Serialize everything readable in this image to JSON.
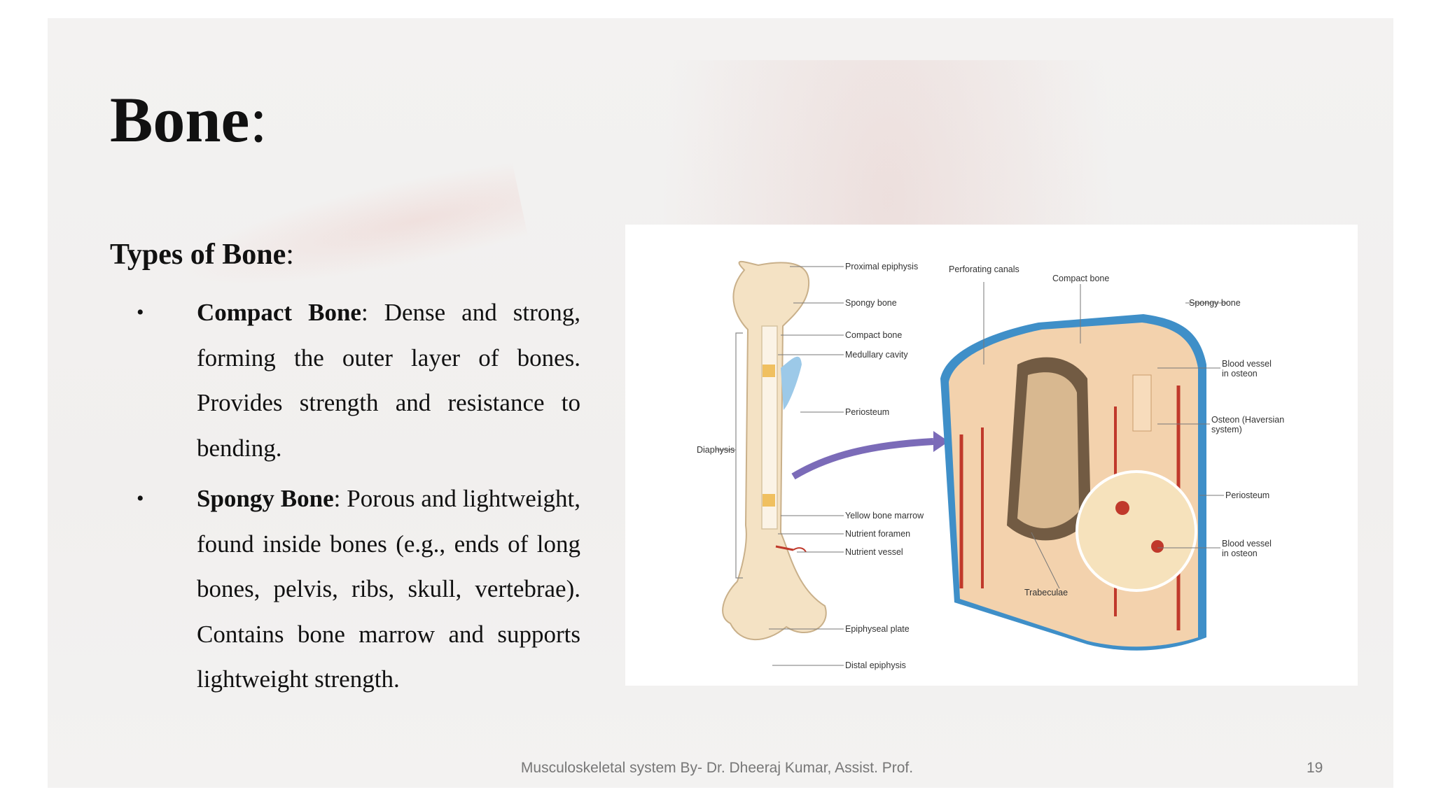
{
  "slide": {
    "title": "Bone",
    "title_colon": ":",
    "subtitle_bold": "Types of Bone",
    "subtitle_colon": ":",
    "bullets": [
      {
        "bullet": "•",
        "term": "Compact Bone",
        "text": ": Dense and strong, forming the outer layer of bones. Provides strength and resistance to bending."
      },
      {
        "bullet": "•",
        "term": "Spongy Bone",
        "text": ": Porous and lightweight, found inside bones (e.g., ends of long bones, pelvis, ribs, skull, vertebrae). Contains bone marrow and supports lightweight strength."
      }
    ]
  },
  "figure": {
    "labels": {
      "proximal_epiphysis": "Proximal epiphysis",
      "spongy_bone_left": "Spongy bone",
      "compact_bone_left": "Compact bone",
      "medullary_cavity": "Medullary cavity",
      "periosteum_left": "Periosteum",
      "diaphysis": "Diaphysis",
      "yellow_bone_marrow": "Yellow bone marrow",
      "nutrient_foramen": "Nutrient foramen",
      "nutrient_vessel": "Nutrient vessel",
      "epiphyseal_plate": "Epiphyseal plate",
      "distal_epiphysis": "Distal epiphysis",
      "perforating_canals": "Perforating canals",
      "compact_bone_right": "Compact bone",
      "spongy_bone_right": "Spongy bone",
      "blood_vessel_osteon_1a": "Blood vessel",
      "blood_vessel_osteon_1b": "in osteon",
      "osteon_a": "Osteon (Haversian",
      "osteon_b": "system)",
      "periosteum_right": "Periosteum",
      "blood_vessel_osteon_2a": "Blood vessel",
      "blood_vessel_osteon_2b": "in osteon",
      "trabeculae": "Trabeculae"
    }
  },
  "footer": {
    "text": "Musculoskeletal system By- Dr. Dheeraj Kumar, Assist. Prof.",
    "page_number": "19"
  }
}
